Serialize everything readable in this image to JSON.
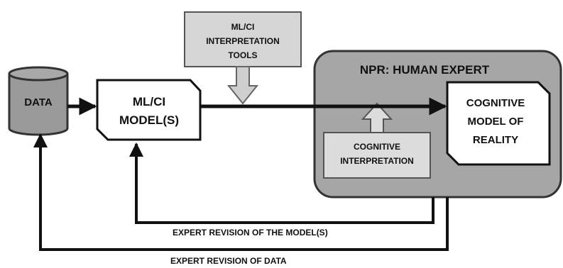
{
  "diagram": {
    "data_label": "DATA",
    "model_label_1": "ML/CI",
    "model_label_2": "MODEL(S)",
    "tools_label_1": "ML/CI",
    "tools_label_2": "INTERPRETATION",
    "tools_label_3": "TOOLS",
    "npr_title": "NPR: HUMAN EXPERT",
    "cog_model_1": "COGNITIVE",
    "cog_model_2": "MODEL OF",
    "cog_model_3": "REALITY",
    "cog_interp_1": "COGNITIVE",
    "cog_interp_2": "INTERPRETATION",
    "revision_model_label": "EXPERT REVISION OF THE MODEL(S)",
    "revision_data_label": "EXPERT REVISION OF DATA"
  },
  "colors": {
    "line": "#111111",
    "cylinder_fill": "#9a9a9a",
    "npr_fill": "#a6a6a6",
    "tools_fill": "#d6d6d6",
    "interp_fill": "#dcdcdc",
    "white": "#ffffff"
  }
}
